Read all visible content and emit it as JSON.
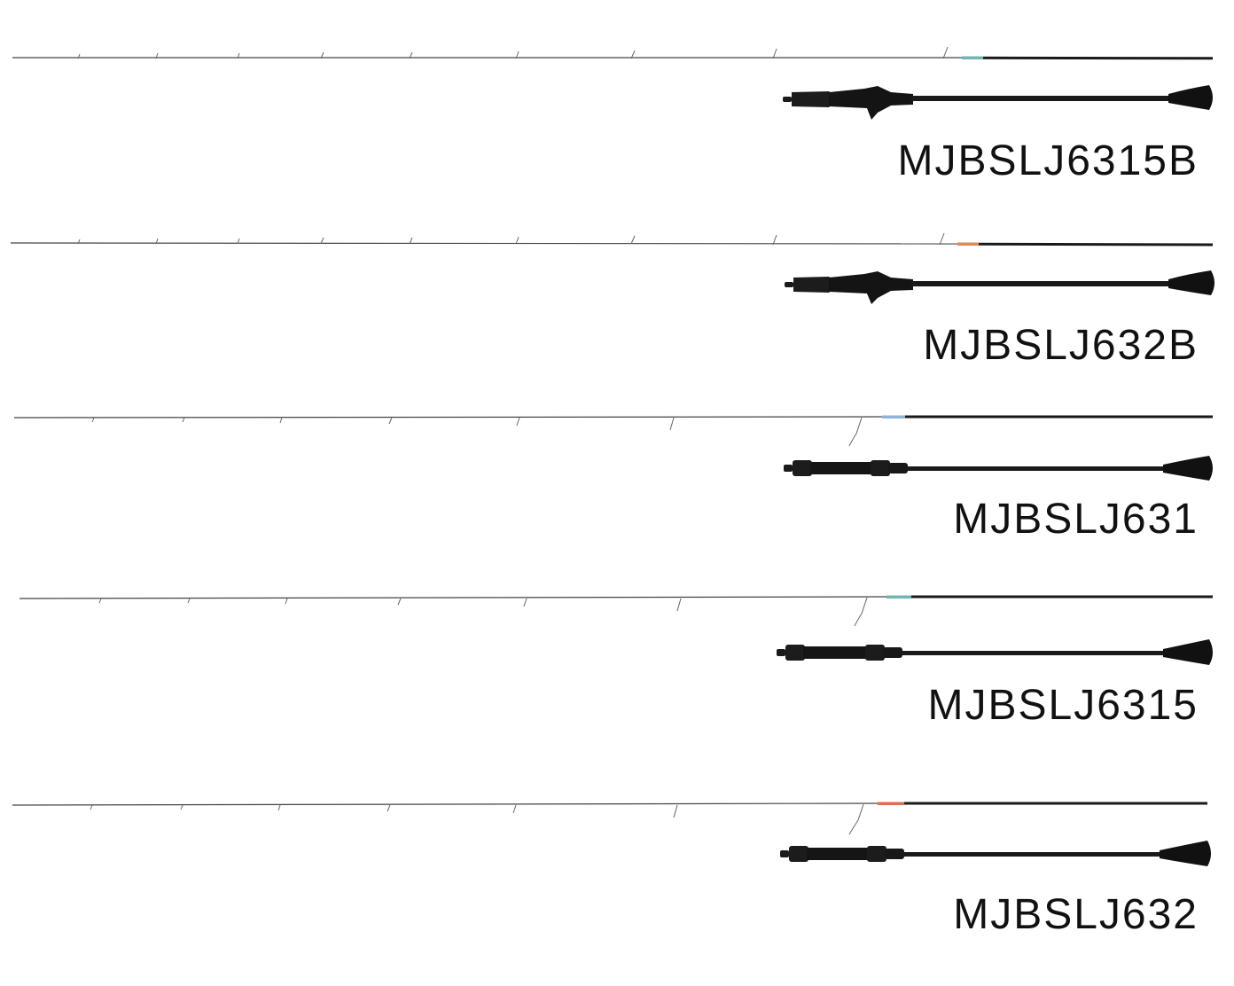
{
  "rods": [
    {
      "model": "MJBSLJ6315B",
      "reel_seat": "baitcasting-reel-seat",
      "accent_color": "#6fb7b0"
    },
    {
      "model": "MJBSLJ632B",
      "reel_seat": "baitcasting-reel-seat",
      "accent_color": "#e08a55"
    },
    {
      "model": "MJBSLJ631",
      "reel_seat": "spinning-reel-seat",
      "accent_color": "#8fb4d6"
    },
    {
      "model": "MJBSLJ6315",
      "reel_seat": "spinning-reel-seat",
      "accent_color": "#6fb7b0"
    },
    {
      "model": "MJBSLJ632",
      "reel_seat": "spinning-reel-seat",
      "accent_color": "#e07050"
    }
  ]
}
